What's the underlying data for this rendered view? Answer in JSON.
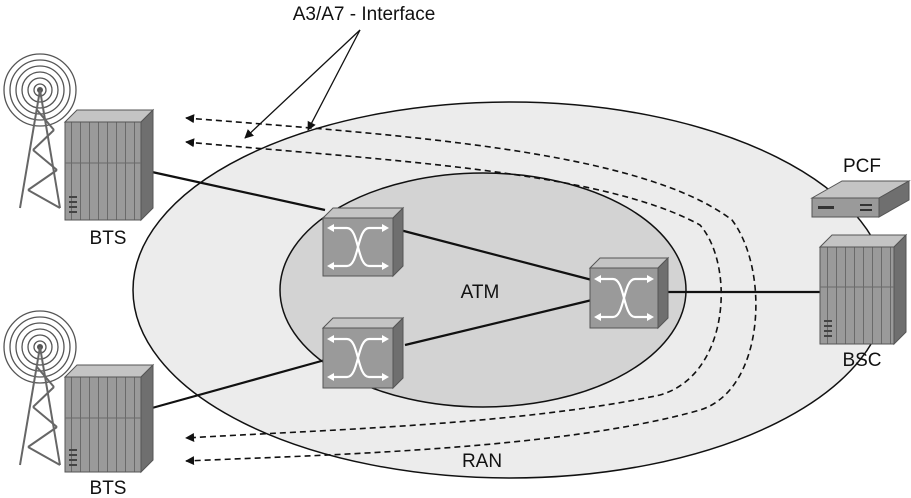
{
  "labels": {
    "interface": "A3/A7 - Interface",
    "ran": "RAN",
    "atm": "ATM",
    "pcf": "PCF",
    "bsc": "BSC",
    "bts_top": "BTS",
    "bts_bottom": "BTS"
  },
  "colors": {
    "ran_fill": "#ececec",
    "atm_fill": "#d3d3d3",
    "device_front": "#9a9a9a",
    "device_top": "#c4c4c4",
    "device_side": "#6f6f6f",
    "line": "#111111"
  }
}
